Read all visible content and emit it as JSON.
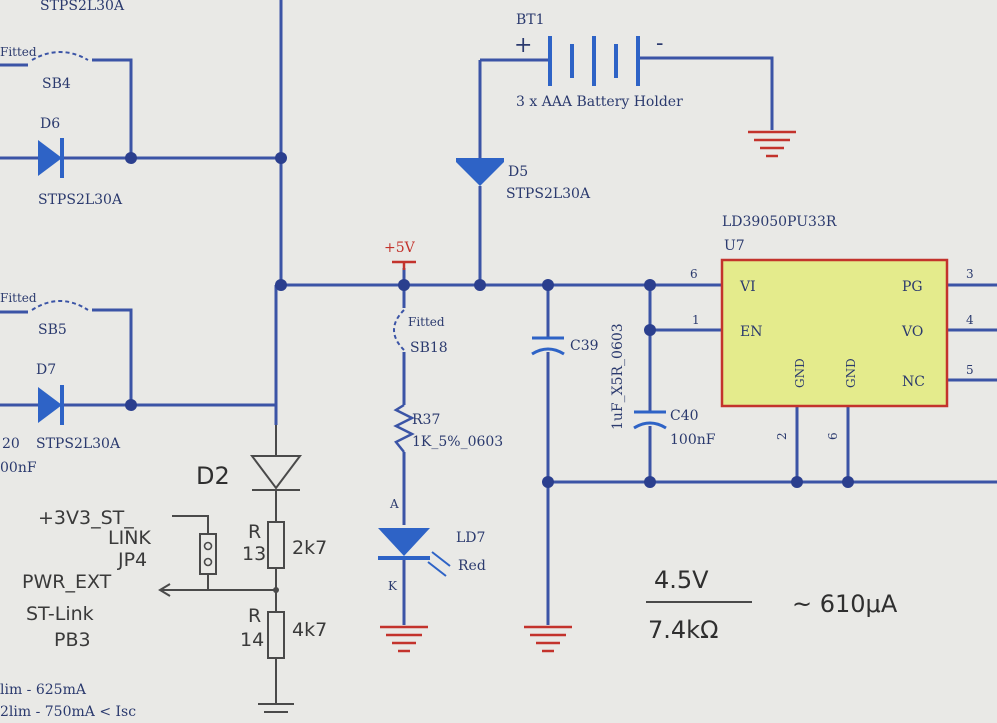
{
  "top_left_part": "STPS2L30A",
  "sb4": {
    "fitted": "Fitted",
    "name": "SB4"
  },
  "d6": {
    "name": "D6",
    "part": "STPS2L30A"
  },
  "sb5": {
    "fitted": "Fitted",
    "name": "SB5"
  },
  "d7": {
    "name": "D7",
    "part": "STPS2L30A"
  },
  "left_cut": {
    "a": "20",
    "b": "00nF"
  },
  "bt1": {
    "name": "BT1",
    "plus": "+",
    "minus": "-",
    "desc": "3 x AAA Battery Holder"
  },
  "d5": {
    "name": "D5",
    "part": "STPS2L30A"
  },
  "rail": {
    "label": "+5V"
  },
  "sb18": {
    "fitted": "Fitted",
    "name": "SB18"
  },
  "r37": {
    "name": "R37",
    "value": "1K_5%_0603"
  },
  "ld7": {
    "name": "LD7",
    "color": "Red",
    "anode": "A",
    "cathode": "K"
  },
  "c39": {
    "name": "C39",
    "value": "1uF_X5R_0603"
  },
  "c40": {
    "name": "C40",
    "value": "100nF"
  },
  "u7": {
    "part": "LD39050PU33R",
    "ref": "U7",
    "pins_left": [
      {
        "num": "6",
        "label": "VI"
      },
      {
        "num": "1",
        "label": "EN"
      }
    ],
    "pins_right": [
      {
        "num": "3",
        "label": "PG"
      },
      {
        "num": "4",
        "label": "VO"
      },
      {
        "num": "5",
        "label": "NC"
      }
    ],
    "gnd_pins": [
      {
        "num": "2",
        "label": "GND"
      },
      {
        "num": "6",
        "label": "GND"
      }
    ]
  },
  "handwritten": {
    "d2": "D2",
    "jp_line1": "+3V3_ST_",
    "jp_line2": "LINK",
    "jp_line3": "JP4",
    "pwr_ext": "PWR_EXT",
    "st_line1": "ST-Link",
    "st_line2": "PB3",
    "r13_a": "R",
    "r13_b": "13",
    "r13_val": "2k7",
    "r14_a": "R",
    "r14_b": "14",
    "r14_val": "4k7",
    "calc_num": "4.5V",
    "calc_den": "7.4kΩ",
    "calc_result": "~ 610μA"
  },
  "bottom_notes": {
    "line1": "lim - 625mA",
    "line2": "2lim - 750mA < Isc"
  },
  "colors": {
    "wire": "#3b54a6",
    "ground": "#c3332c",
    "ic_fill": "#e4eb8c",
    "ic_border": "#c3332c"
  }
}
